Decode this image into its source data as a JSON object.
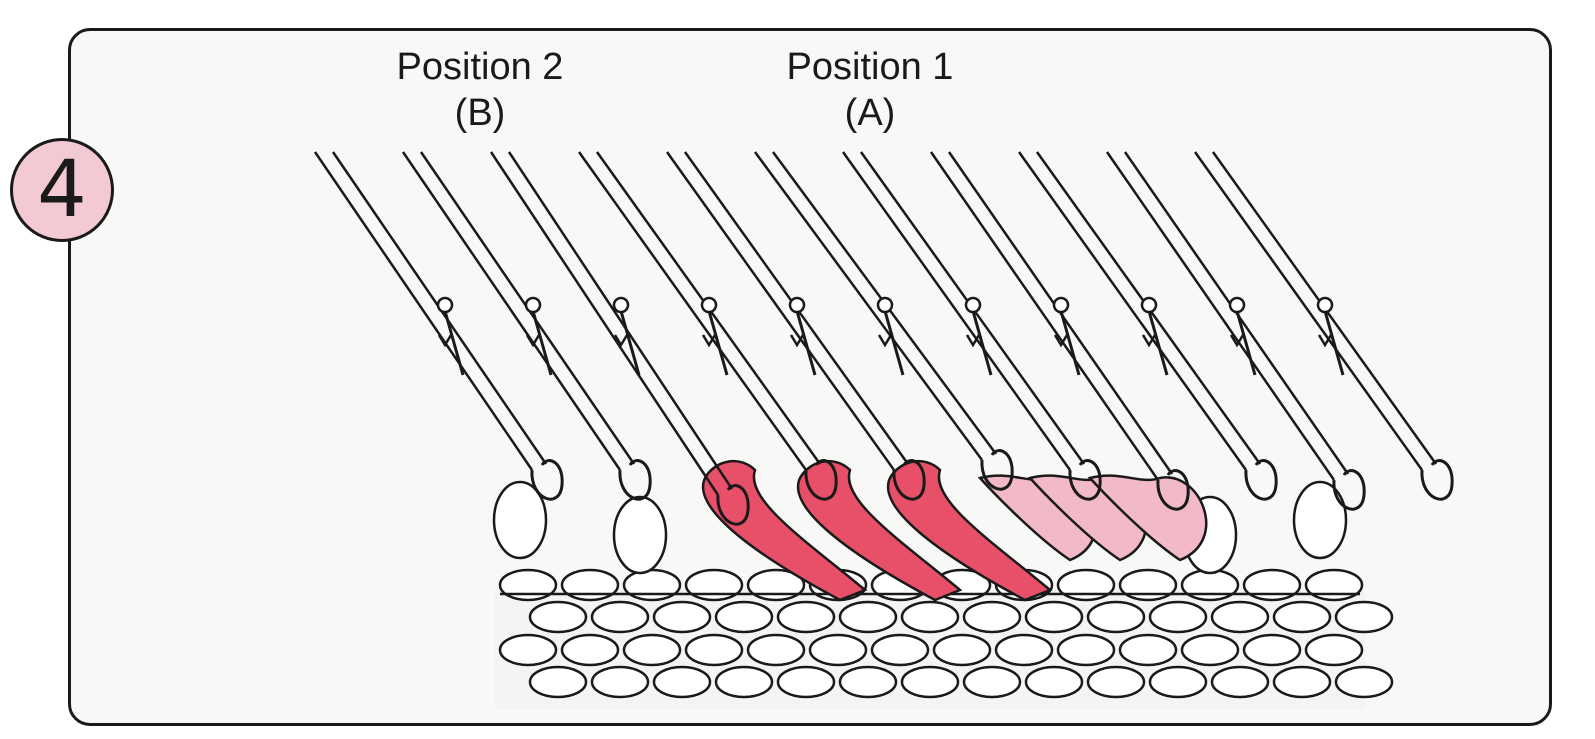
{
  "step": {
    "number": "4"
  },
  "labels": {
    "position2": {
      "title": "Position 2",
      "letter": "(B)"
    },
    "position1": {
      "title": "Position 1",
      "letter": "(A)"
    }
  },
  "colors": {
    "outline": "#1a1a1a",
    "stitch_dark": "#e8506a",
    "stitch_light": "#f2b9c8",
    "badge_fill": "#f3c9d4",
    "panel_fill": "#f8f8f6"
  },
  "needles": {
    "count": 11
  },
  "stitches": {
    "dark_count": 3,
    "light_count": 3
  }
}
